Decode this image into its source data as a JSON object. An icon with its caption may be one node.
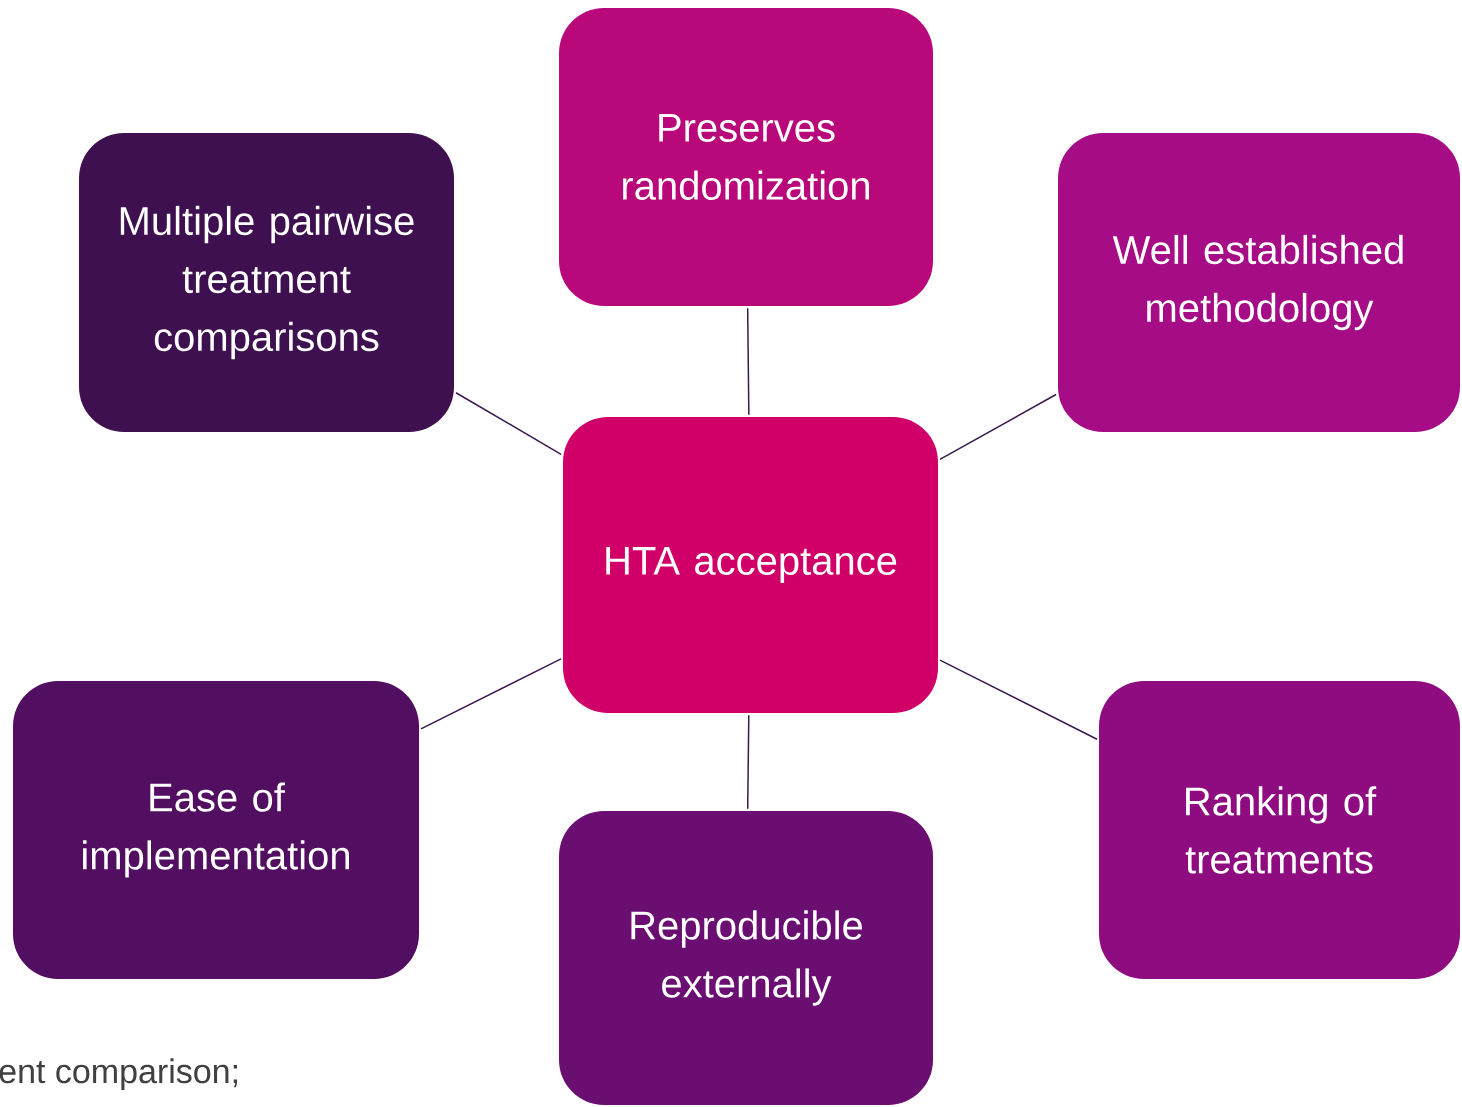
{
  "diagram": {
    "nodes": [
      {
        "text": [
          "Preserves randomization"
        ]
      },
      {
        "text": [
          "Multiple pairwise treatment comparisons"
        ]
      },
      {
        "text": [
          "Well established methodology"
        ]
      },
      {
        "text": [
          "HTA acceptance"
        ]
      },
      {
        "text": [
          "Ease of implementation"
        ]
      },
      {
        "text": [
          "Ranking of treatments"
        ]
      },
      {
        "text": [
          "Reproducible externally"
        ]
      }
    ],
    "edges": [
      {
        "from": 3,
        "to": 0,
        "arrow": "none"
      },
      {
        "from": 3,
        "to": 1,
        "arrow": "none"
      },
      {
        "from": 3,
        "to": 2,
        "arrow": "none"
      },
      {
        "from": 3,
        "to": 4,
        "arrow": "none"
      },
      {
        "from": 3,
        "to": 5,
        "arrow": "none"
      },
      {
        "from": 3,
        "to": 6,
        "arrow": "none"
      }
    ],
    "labels": [
      "ent comparison;"
    ]
  }
}
